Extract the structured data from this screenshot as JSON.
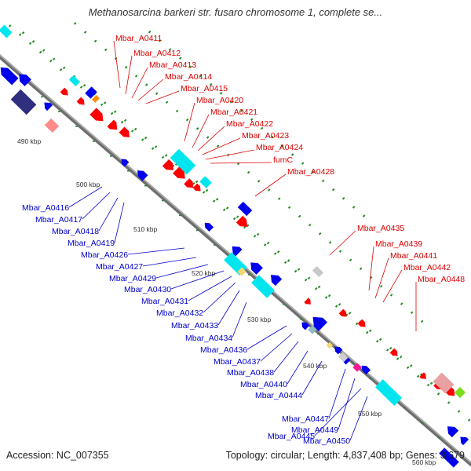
{
  "title": "Methanosarcina barkeri str. fusaro chromosome 1, complete se...",
  "accession": "Accession: NC_007355",
  "topology": "Topology: circular; Length: 4,837,408 bp; Genes: 3,679",
  "colors": {
    "forward_label": "#dd0000",
    "reverse_label": "#0000cc",
    "forward_gene": "#ff0000",
    "reverse_gene": "#0000ee",
    "rna_gene": "#00e5ee",
    "backbone": "#8a8a8a",
    "gc_dots": "#228b22"
  },
  "scale_labels": [
    "490 kbp",
    "500 kbp",
    "510 kbp",
    "520 kbp",
    "530 kbp",
    "540 kbp",
    "550 kbp",
    "560 kbp"
  ],
  "forward_genes": [
    "Mbar_A0411",
    "Mbar_A0412",
    "Mbar_A0413",
    "Mbar_A0414",
    "Mbar_A0415",
    "Mbar_A0420",
    "Mbar_A0421",
    "Mbar_A0422",
    "Mbar_A0423",
    "Mbar_A0424",
    "fumC",
    "Mbar_A0428",
    "Mbar_A0435",
    "Mbar_A0439",
    "Mbar_A0441",
    "Mbar_A0442",
    "Mbar_A0448"
  ],
  "reverse_genes": [
    "Mbar_A0416",
    "Mbar_A0417",
    "Mbar_A0418",
    "Mbar_A0419",
    "Mbar_A0426",
    "Mbar_A0427",
    "Mbar_A0429",
    "Mbar_A0430",
    "Mbar_A0431",
    "Mbar_A0432",
    "Mbar_A0433",
    "Mbar_A0434",
    "Mbar_A0436",
    "Mbar_A0437",
    "Mbar_A0438",
    "Mbar_A0440",
    "Mbar_A0444",
    "Mbar_A0447",
    "Mbar_A0449",
    "Mbar_A0445",
    "Mbar_A0450"
  ]
}
